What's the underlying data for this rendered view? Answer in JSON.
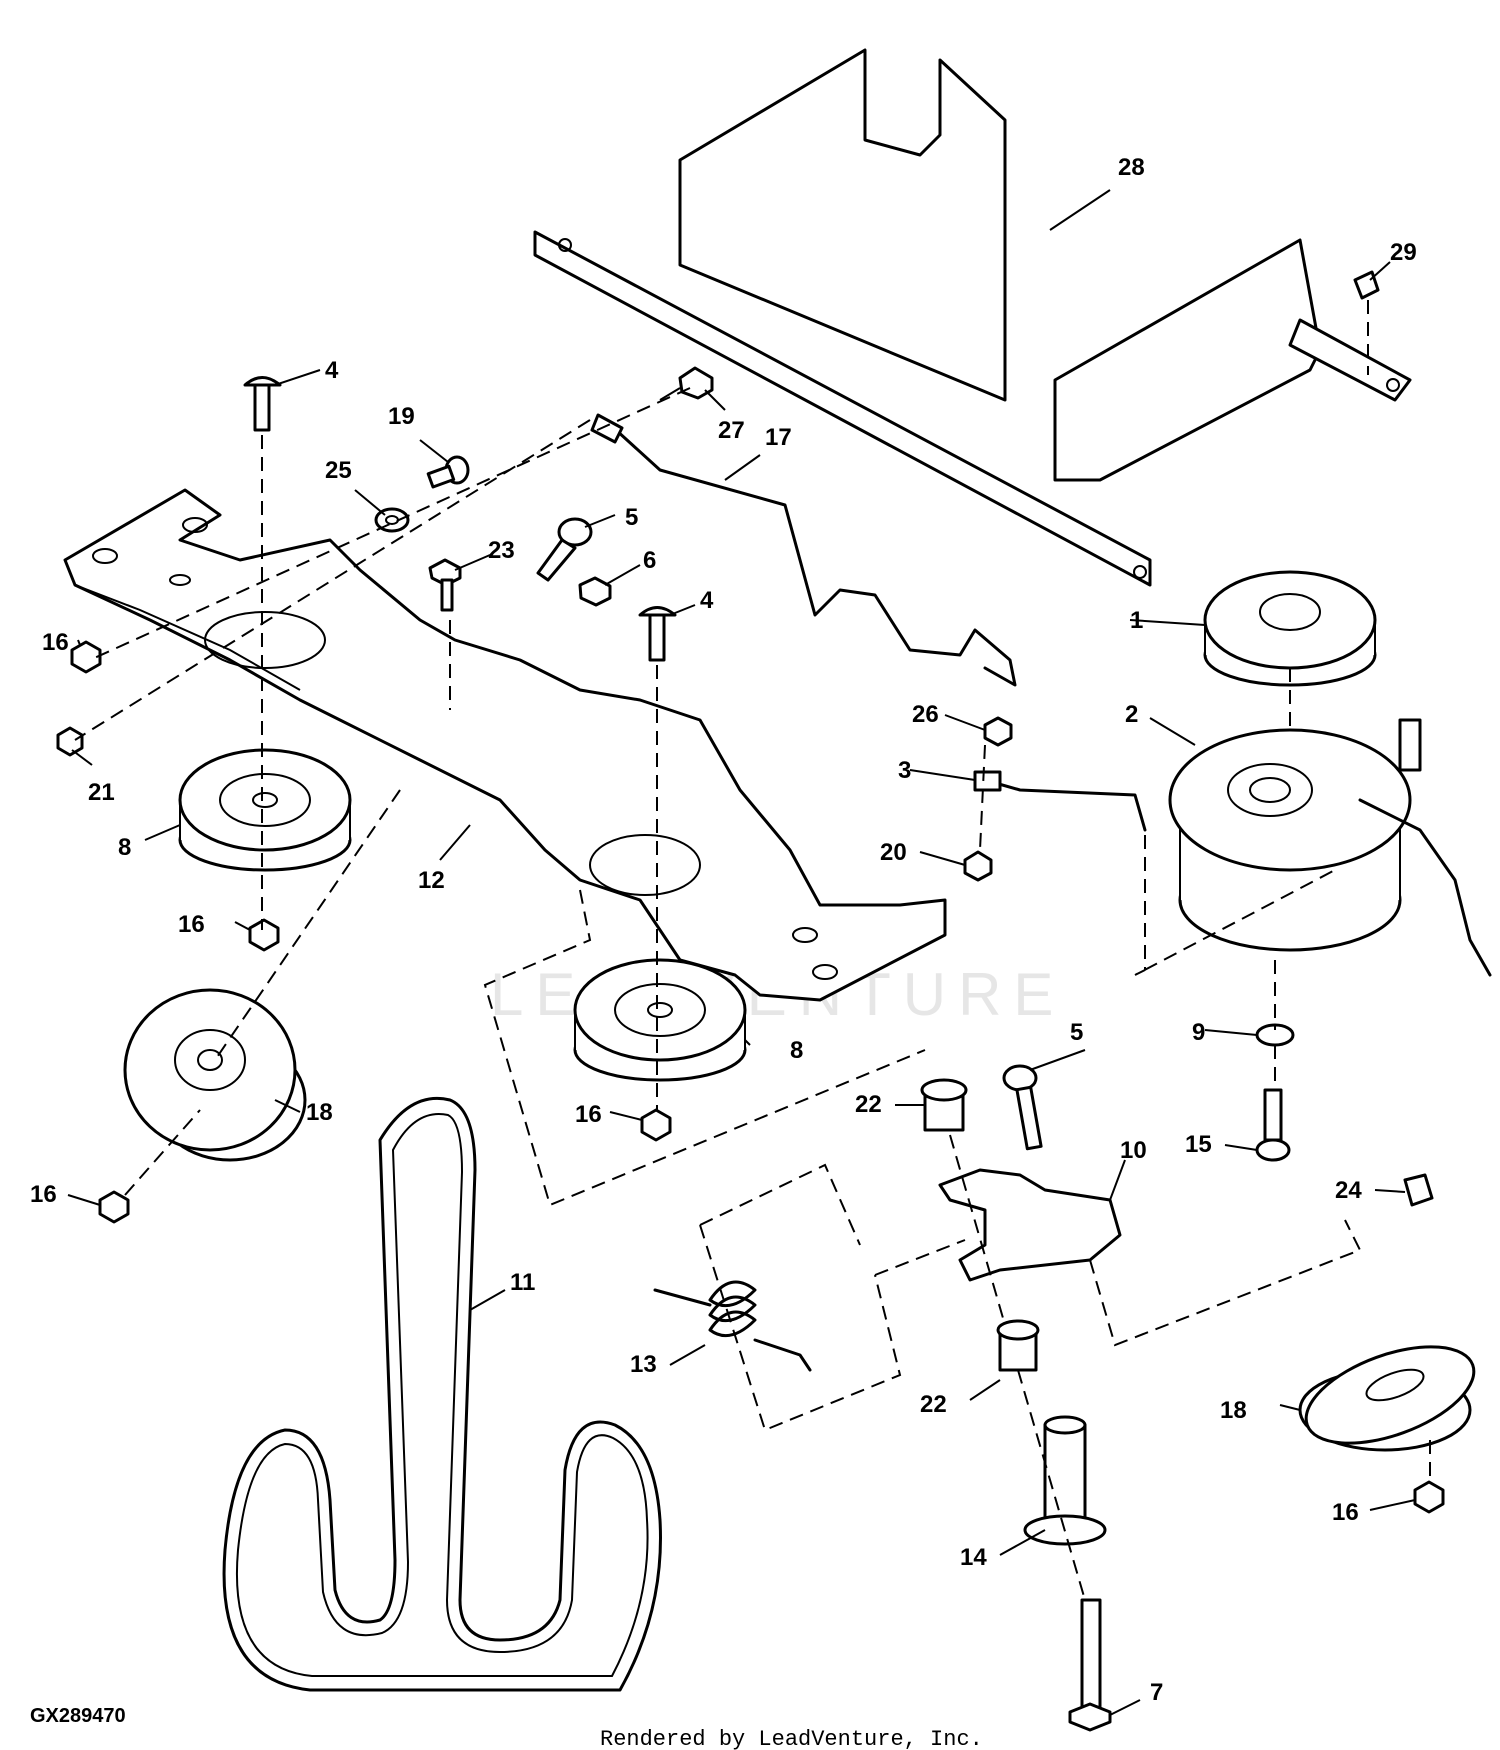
{
  "figure_id": "GX289470",
  "credit": "Rendered by LeadVenture, Inc.",
  "watermark": "LEADVENTURE",
  "labels": {
    "p28": "28",
    "p29": "29",
    "p27": "27",
    "p17": "17",
    "p4a": "4",
    "p4b": "4",
    "p19": "19",
    "p25": "25",
    "p5a": "5",
    "p5b": "5",
    "p23": "23",
    "p6": "6",
    "p16a": "16",
    "p16b": "16",
    "p16c": "16",
    "p16d": "16",
    "p16e": "16",
    "p21": "21",
    "p8a": "8",
    "p8b": "8",
    "p12": "12",
    "p1": "1",
    "p2": "2",
    "p26": "26",
    "p3": "3",
    "p20": "20",
    "p9": "9",
    "p15": "15",
    "p24": "24",
    "p10": "10",
    "p22a": "22",
    "p22b": "22",
    "p18a": "18",
    "p18b": "18",
    "p11": "11",
    "p13": "13",
    "p14": "14",
    "p7": "7"
  }
}
